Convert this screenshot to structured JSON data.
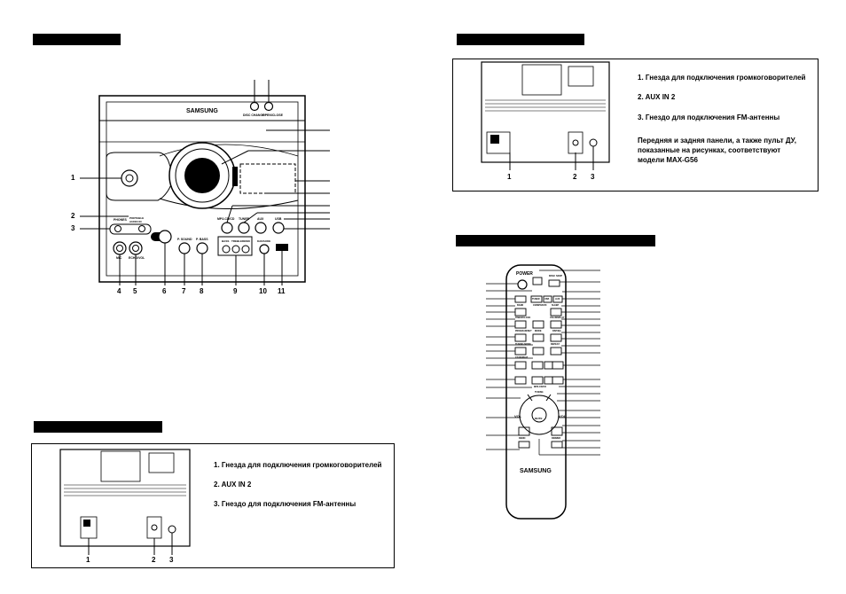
{
  "brand": "SAMSUNG",
  "front_panel": {
    "callouts": [
      "1",
      "2",
      "3",
      "4",
      "5",
      "6",
      "7",
      "8",
      "9",
      "10",
      "11"
    ],
    "top_button_labels": [
      "DISC CHANGE",
      "OPEN/CLOSE"
    ],
    "button_labels": {
      "mp3_cd": "MP3-CD/CD",
      "tuner": "TUNER",
      "aux": "AUX",
      "usb": "USB",
      "phones": "PHONES",
      "portable_audio_in": "PORTABLE AUDIO IN",
      "mic": "MIC",
      "echo_vol": "ECHO/VOL",
      "p_sound": "P. SOUND",
      "p_bass": "P. BASS",
      "bass": "BASS",
      "treble": "TREBLE",
      "demo": "DEMO",
      "karaoke": "KARAOKE"
    }
  },
  "back_panel_top": {
    "callouts": [
      "1",
      "2",
      "3"
    ],
    "items": [
      "1.  Гнезда для подключения громкоговорителей",
      "2.  AUX IN 2",
      "3.  Гнездо для подключения FM-антенны"
    ],
    "note": "Передняя и задняя панели, а также пульт ДУ, показанные на рисунках, соответствуют модели MAX-G56"
  },
  "back_panel_bottom": {
    "callouts": [
      "1",
      "2",
      "3"
    ],
    "items": [
      "1.  Гнезда для подключения громкоговорителей",
      "2.  AUX IN 2",
      "3.  Гнездо для подключения FM-антенны"
    ]
  },
  "remote": {
    "power": "POWER",
    "disc_skip": "DISC SKIP",
    "tuner": "TUNER",
    "usb": "USB",
    "aux": "AUX",
    "band": "BAND",
    "sleep": "SLEEP",
    "cd_mp3_dvd": "CD/MP3/DVD",
    "timer_clock": "TIMER/CLOCK",
    "program_set": "PROGRAM/SET",
    "vol_display": "VOL/DISPLAY",
    "tuning_mode": "TUNING MODE",
    "mode": "MODE",
    "dsp_eq": "DSP/EQ",
    "cd_repeat": "CD REPEAT",
    "repeat": "REPEAT",
    "mp3_cd": "MP3-CD/CD",
    "tuning": "TUNING",
    "mute": "MUTE",
    "vol_minus": "VOL",
    "vol_plus": "VOL",
    "dimmer": "DIMMER",
    "demo": "DEMO",
    "brand": "SAMSUNG"
  }
}
